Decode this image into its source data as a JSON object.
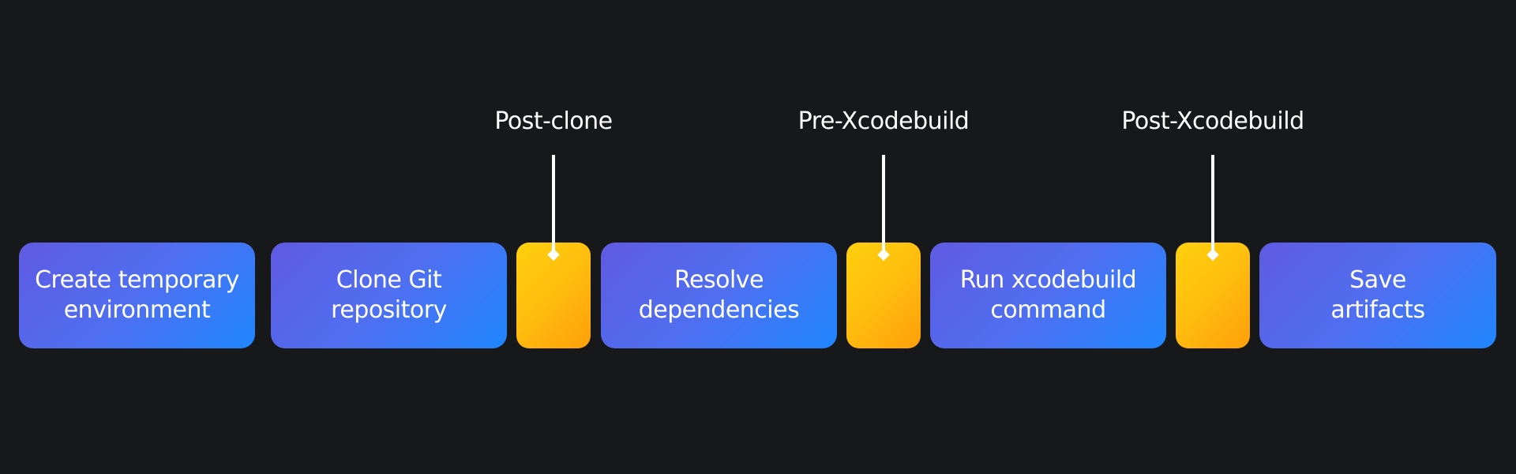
{
  "steps": [
    {
      "label": "Create temporary\nenvironment"
    },
    {
      "label": "Clone Git\nrepository"
    },
    {
      "label": "Resolve\ndependencies"
    },
    {
      "label": "Run xcodebuild\ncommand"
    },
    {
      "label": "Save\nartifacts"
    }
  ],
  "hooks": [
    {
      "label": "Post-clone"
    },
    {
      "label": "Pre-Xcodebuild"
    },
    {
      "label": "Post-Xcodebuild"
    }
  ],
  "colors": {
    "background": "#17181a",
    "step_gradient_start": "#5f5ae2",
    "step_gradient_end": "#1f86ff",
    "hook_gradient_start": "#ffd00d",
    "hook_gradient_end": "#ff9f0a",
    "text": "#ffffff"
  }
}
